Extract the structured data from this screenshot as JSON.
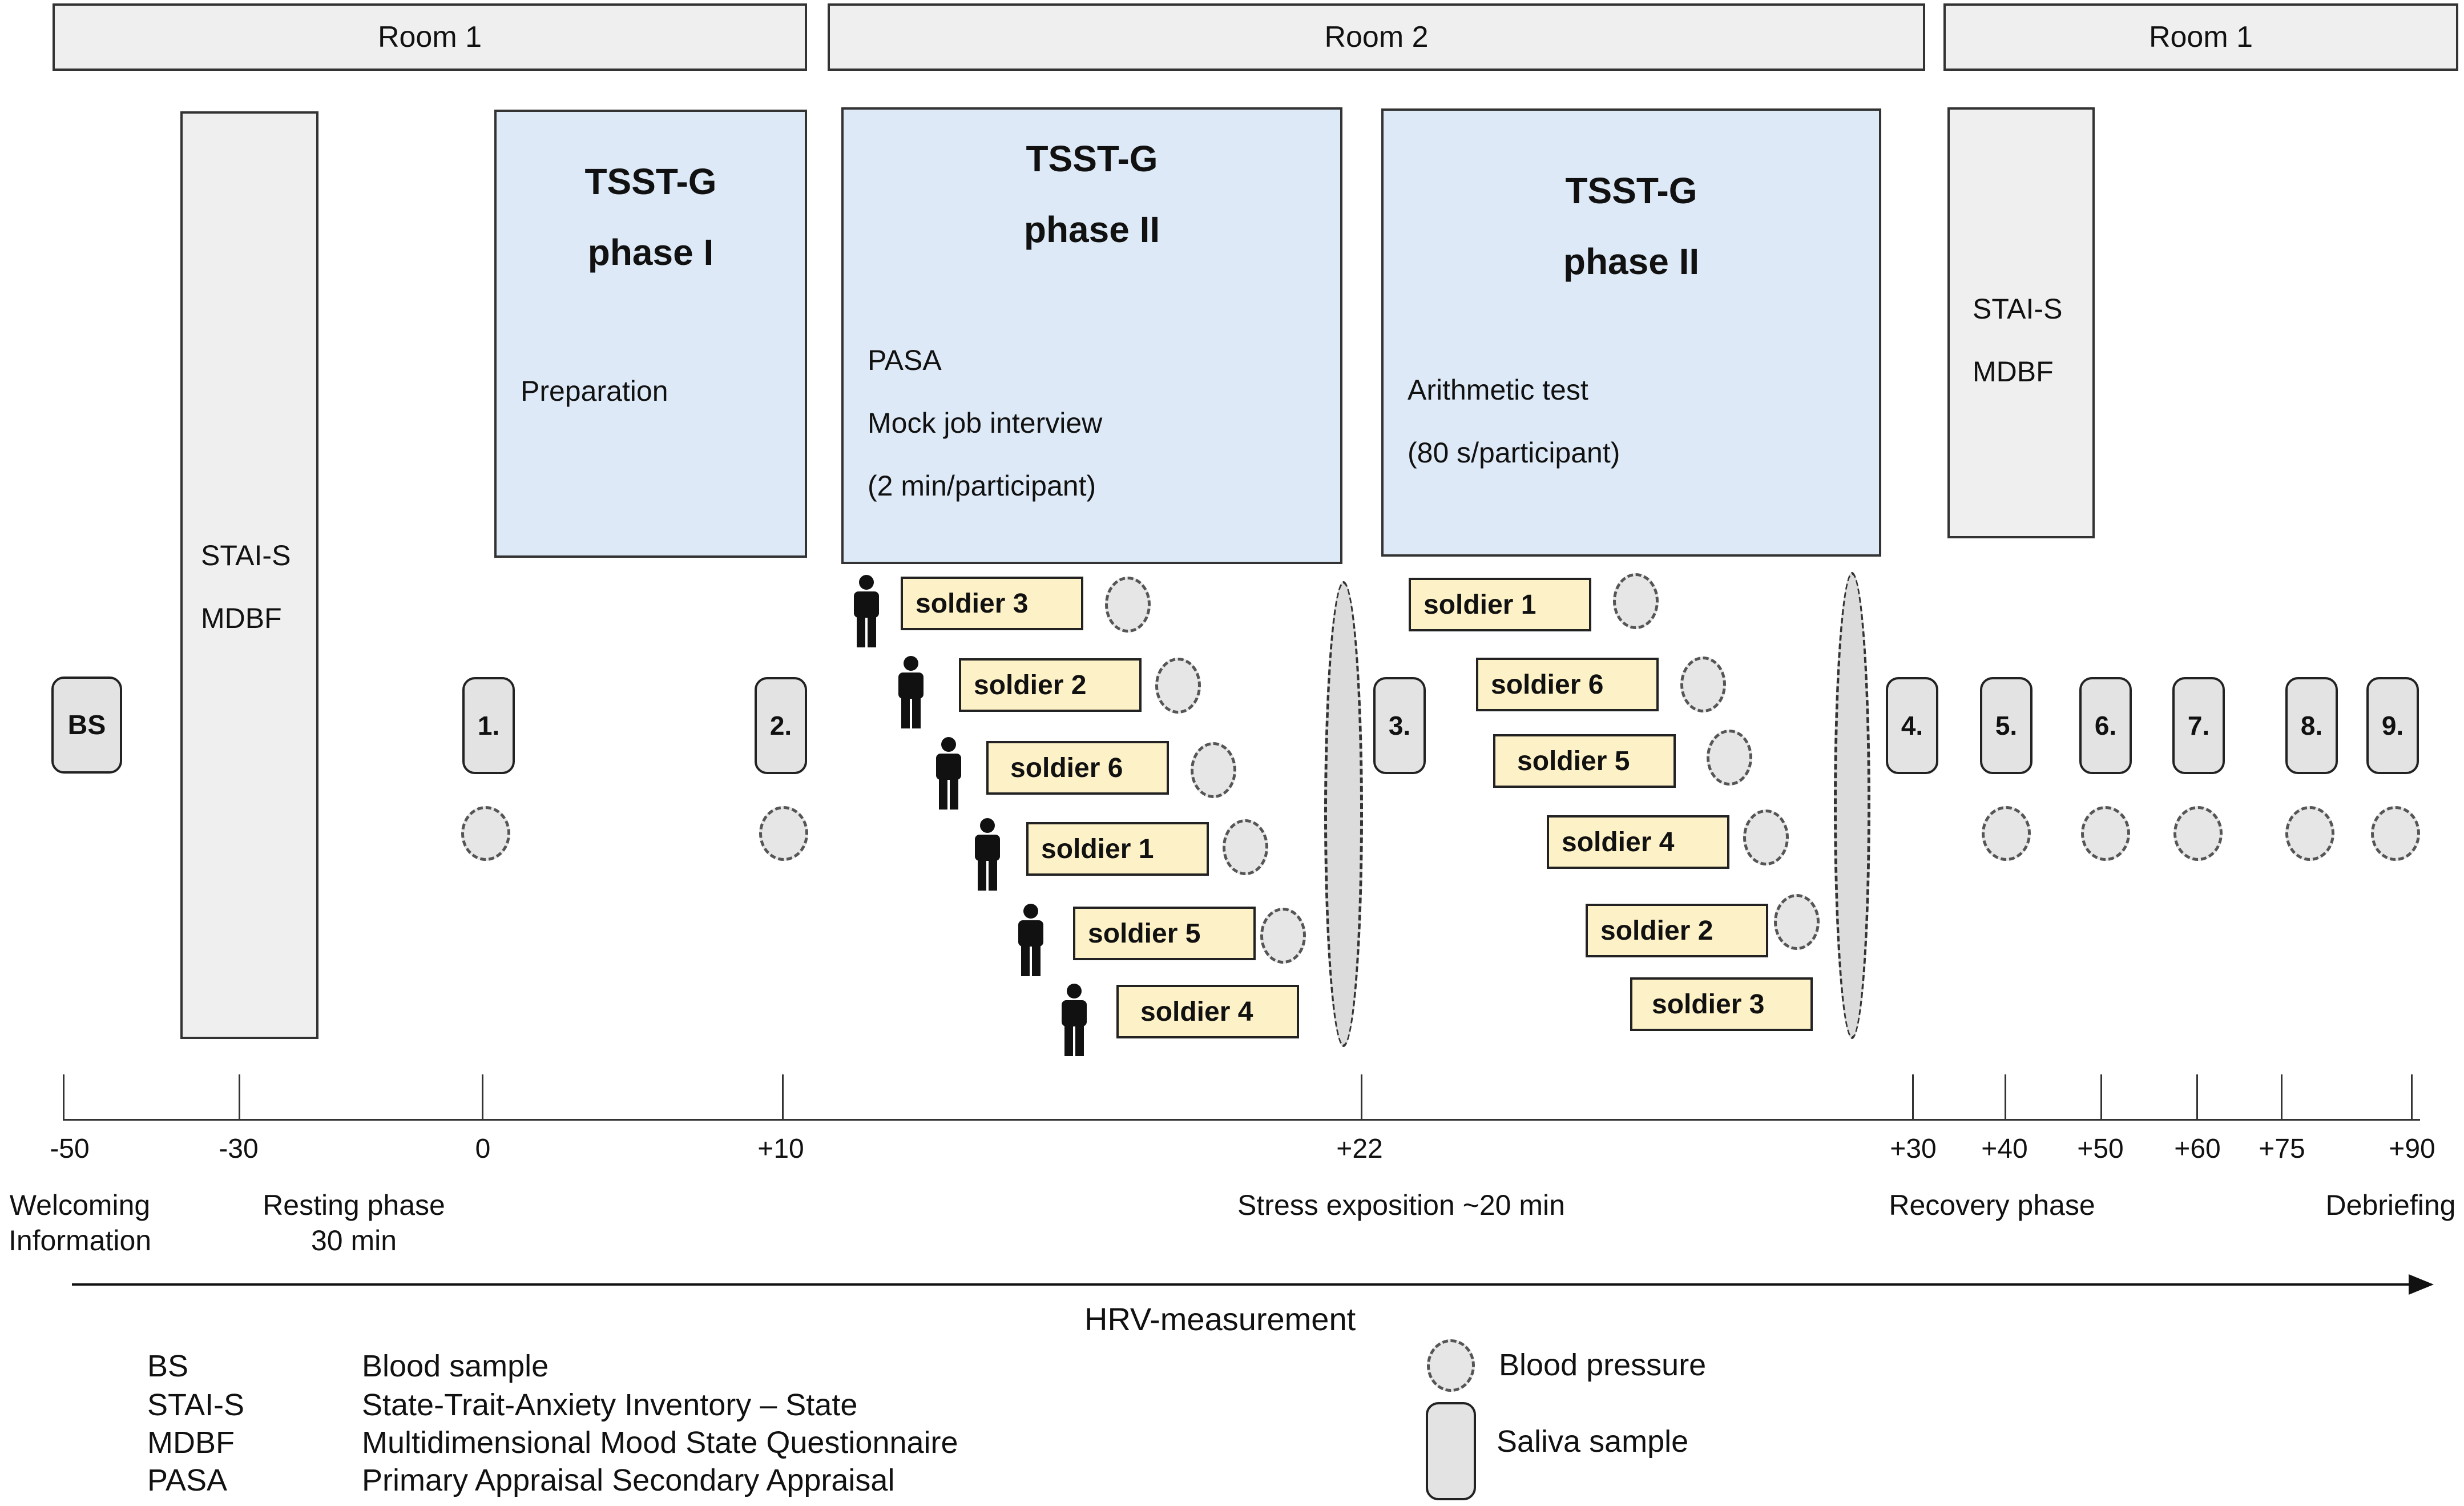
{
  "rooms": [
    "Room 1",
    "Room 2",
    "Room 1"
  ],
  "phase1": {
    "title_line1": "TSST-G",
    "title_line2": "phase I",
    "text": "Preparation"
  },
  "phase2a": {
    "title_line1": "TSST-G",
    "title_line2": "phase II",
    "line1": "PASA",
    "line2": "Mock job interview",
    "line3": "(2 min/participant)"
  },
  "phase2b": {
    "title_line1": "TSST-G",
    "title_line2": "phase II",
    "line1": "Arithmetic test",
    "line2": "(80 s/participant)"
  },
  "questionnaire_left": {
    "line1": "STAI-S",
    "line2": "MDBF"
  },
  "questionnaire_right": {
    "line1": "STAI-S",
    "line2": "MDBF"
  },
  "samples": [
    "BS",
    "1.",
    "2.",
    "3.",
    "4.",
    "5.",
    "6.",
    "7.",
    "8.",
    "9."
  ],
  "soldiers_interview": [
    "soldier 3",
    "soldier 2",
    "soldier 6",
    "soldier 1",
    "soldier 5",
    "soldier 4"
  ],
  "soldiers_arithmetic": [
    "soldier 1",
    "soldier 6",
    "soldier 5",
    "soldier 4",
    "soldier 2",
    "soldier 3"
  ],
  "timeline": {
    "ticks": [
      "-50",
      "-30",
      "0",
      "+10",
      "+22",
      "+30",
      "+40",
      "+50",
      "+60",
      "+75",
      "+90"
    ],
    "phases": {
      "welcoming_1": "Welcoming",
      "welcoming_2": "Information",
      "resting_1": "Resting phase",
      "resting_2": "30 min",
      "stress": "Stress exposition ~20 min",
      "recovery": "Recovery phase",
      "debriefing": "Debriefing"
    },
    "arrow_label": "HRV-measurement"
  },
  "legend": [
    {
      "abbr": "BS",
      "text": "Blood sample"
    },
    {
      "abbr": "STAI-S",
      "text": "State-Trait-Anxiety Inventory – State"
    },
    {
      "abbr": "MDBF",
      "text": "Multidimensional Mood State Questionnaire"
    },
    {
      "abbr": "PASA",
      "text": "Primary Appraisal Secondary Appraisal"
    }
  ],
  "symbols": {
    "blood_pressure": "Blood pressure",
    "saliva": "Saliva sample"
  },
  "colors": {
    "phase_fill": "#dde9f6",
    "soldier_fill": "#fdf1c7",
    "gray_fill": "#efefef"
  }
}
